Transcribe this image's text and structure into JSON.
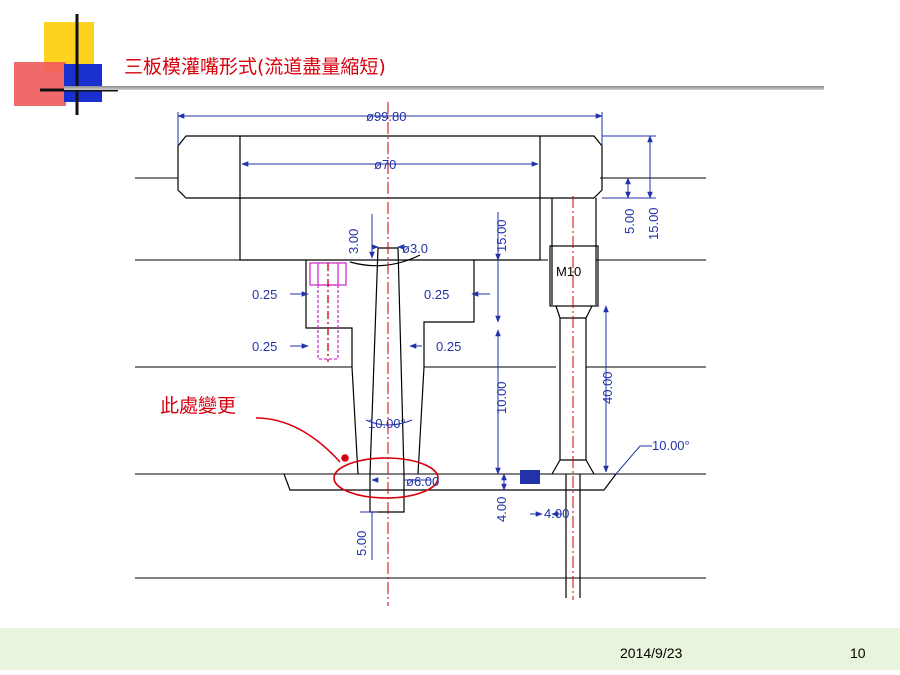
{
  "slide": {
    "title": "三板模灌嘴形式(流道盡量縮短)",
    "footer": {
      "date": "2014/9/23",
      "page": "10"
    }
  },
  "drawing": {
    "callout": "此處變更",
    "dimensions": {
      "d99_80": "ø99.80",
      "d70": "ø70",
      "d3_0": "ø3.0",
      "d6_00": "ø6.00",
      "v3_00": "3.00",
      "v15_00_center": "15.00",
      "v5_00_right": "5.00",
      "v15_00_right": "15.00",
      "v10_00": "10.00",
      "v40_00": "40.00",
      "v4_00_vert": "4.00",
      "v5_00_bottom": "5.00",
      "h4_00": "4.00",
      "angle_center": "10.00°",
      "angle_right": "10.00°",
      "gap_left_top": "0.25",
      "gap_right_top": "0.25",
      "gap_left_bot": "0.25",
      "gap_right_bot": "0.25",
      "thread": "M10"
    },
    "colors": {
      "dimension": "#2233aa",
      "centerline": "#cc0000",
      "screw": "#cc33cc",
      "outline": "#000000",
      "accent": "#d8000c"
    }
  }
}
